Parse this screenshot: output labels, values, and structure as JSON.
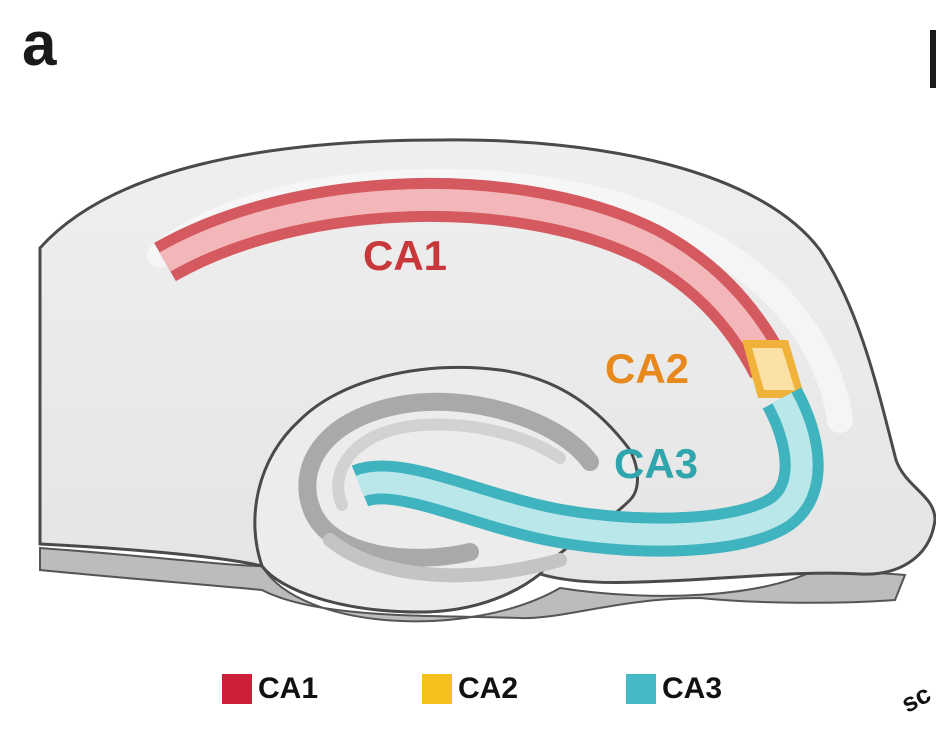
{
  "panel_label": "a",
  "regions": {
    "ca1": {
      "label": "CA1",
      "color": "#c8383b"
    },
    "ca2": {
      "label": "CA2",
      "color": "#e8891e"
    },
    "ca3": {
      "label": "CA3",
      "color": "#2fa5ae"
    }
  },
  "legend": [
    {
      "label": "CA1",
      "color": "#cc1f3a"
    },
    {
      "label": "CA2",
      "color": "#f8c01d"
    },
    {
      "label": "CA3",
      "color": "#45b9c4"
    }
  ],
  "corner_text": "sc"
}
